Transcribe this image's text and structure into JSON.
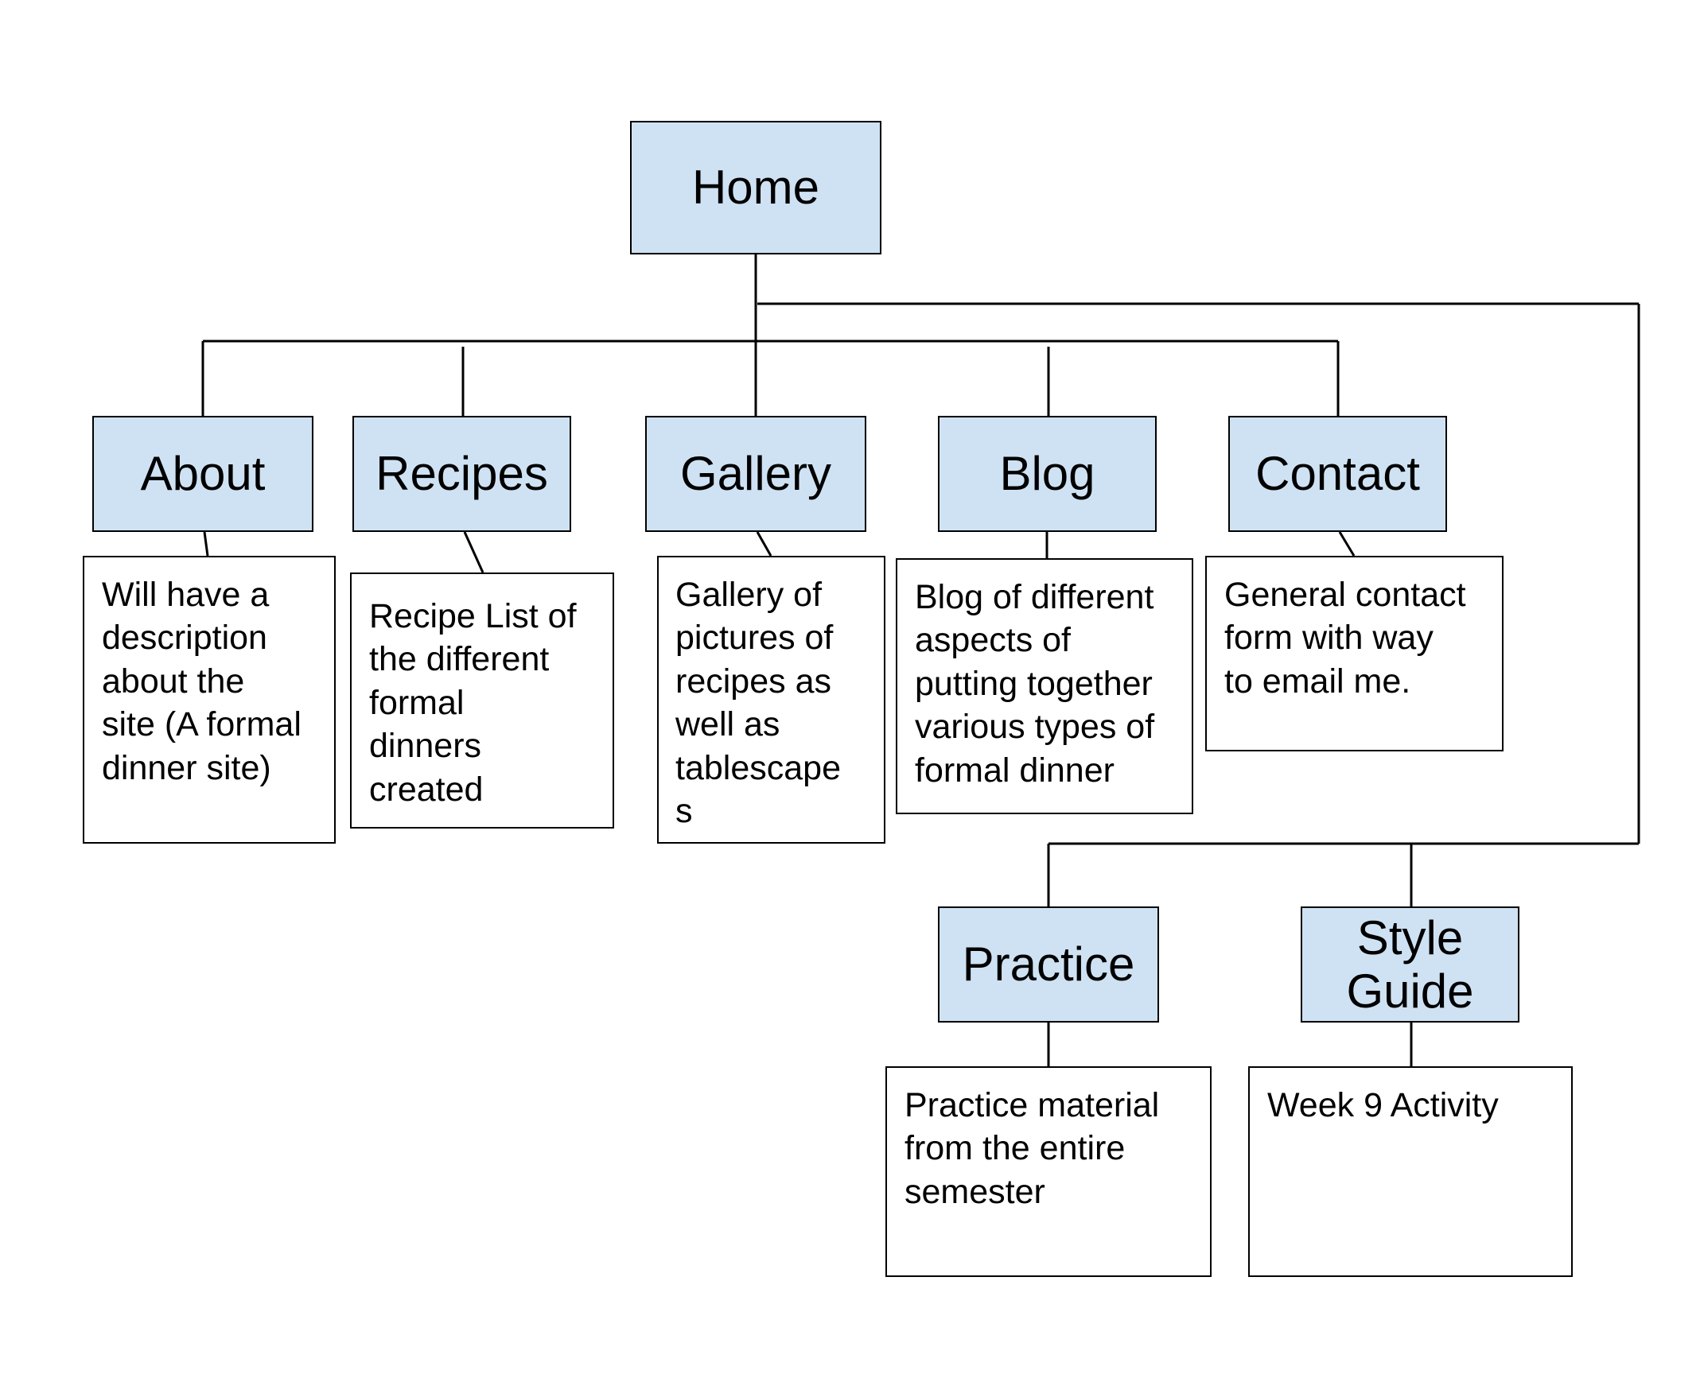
{
  "colors": {
    "box_fill": "#cfe2f3",
    "line": "#000000",
    "background": "#ffffff"
  },
  "nodes": {
    "home": {
      "label": "Home"
    },
    "about": {
      "label": "About",
      "description": "Will have a\ndescription\nabout the\nsite (A formal\ndinner site)"
    },
    "recipes": {
      "label": "Recipes",
      "description": "Recipe List of\nthe different\nformal\ndinners\ncreated"
    },
    "gallery": {
      "label": "Gallery",
      "description": "Gallery of\npictures of\nrecipes as\nwell as\ntablescape\ns"
    },
    "blog": {
      "label": "Blog",
      "description": "Blog of different\naspects of\nputting together\nvarious types of\nformal dinner"
    },
    "contact": {
      "label": "Contact",
      "description": "General contact\nform with way\nto email me."
    },
    "practice": {
      "label": "Practice",
      "description": "Practice material\nfrom the entire\nsemester"
    },
    "style_guide": {
      "label": "Style\nGuide",
      "description": "Week 9 Activity"
    }
  }
}
